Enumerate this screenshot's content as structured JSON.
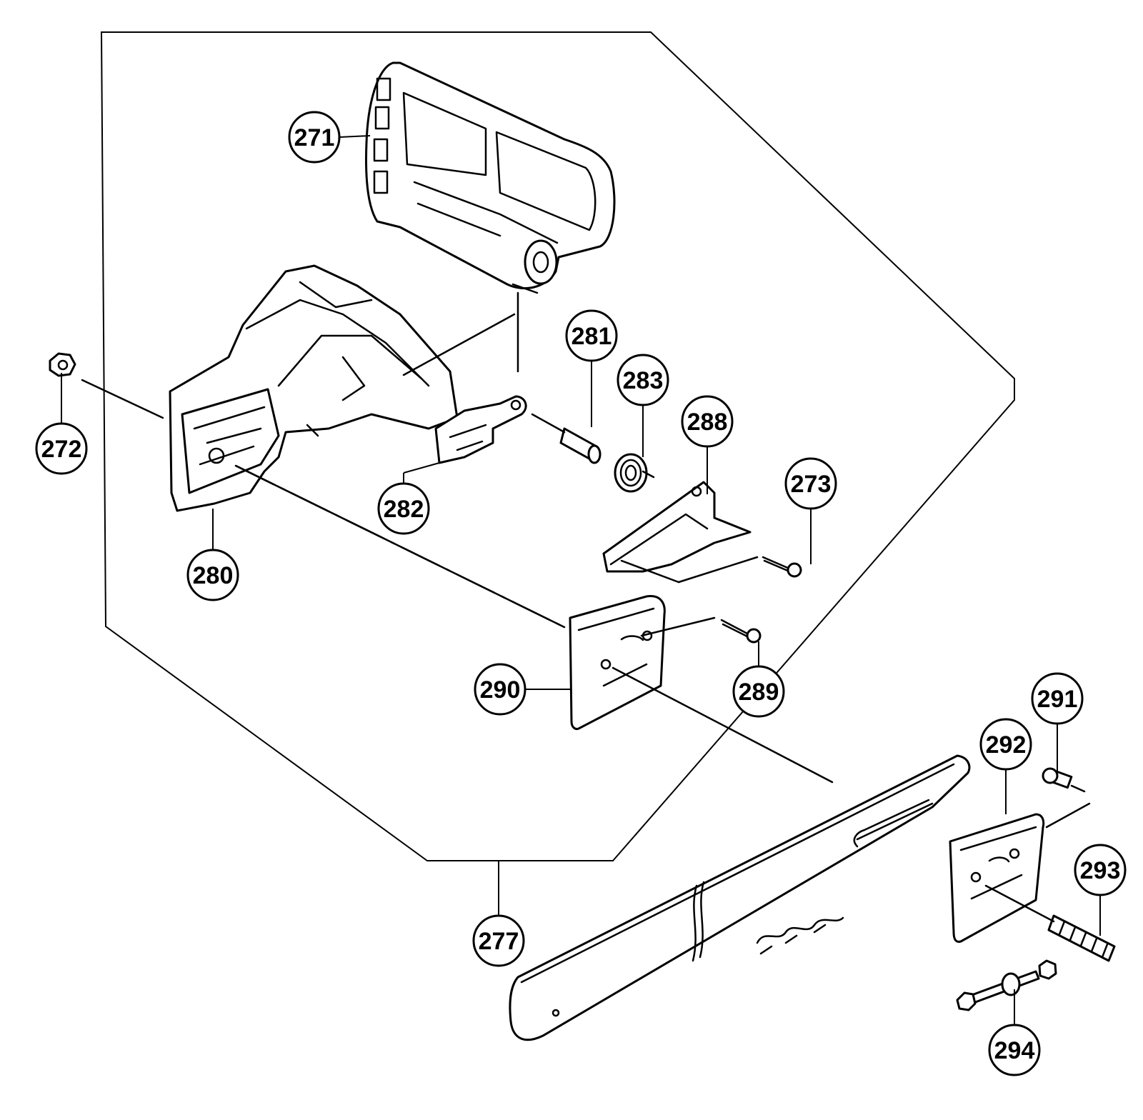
{
  "callouts": [
    {
      "id": "c271",
      "label": "271"
    },
    {
      "id": "c272",
      "label": "272"
    },
    {
      "id": "c273",
      "label": "273"
    },
    {
      "id": "c277",
      "label": "277"
    },
    {
      "id": "c280",
      "label": "280"
    },
    {
      "id": "c281",
      "label": "281"
    },
    {
      "id": "c282",
      "label": "282"
    },
    {
      "id": "c283",
      "label": "283"
    },
    {
      "id": "c288",
      "label": "288"
    },
    {
      "id": "c289",
      "label": "289"
    },
    {
      "id": "c290",
      "label": "290"
    },
    {
      "id": "c291",
      "label": "291"
    },
    {
      "id": "c292",
      "label": "292"
    },
    {
      "id": "c293",
      "label": "293"
    },
    {
      "id": "c294",
      "label": "294"
    }
  ]
}
